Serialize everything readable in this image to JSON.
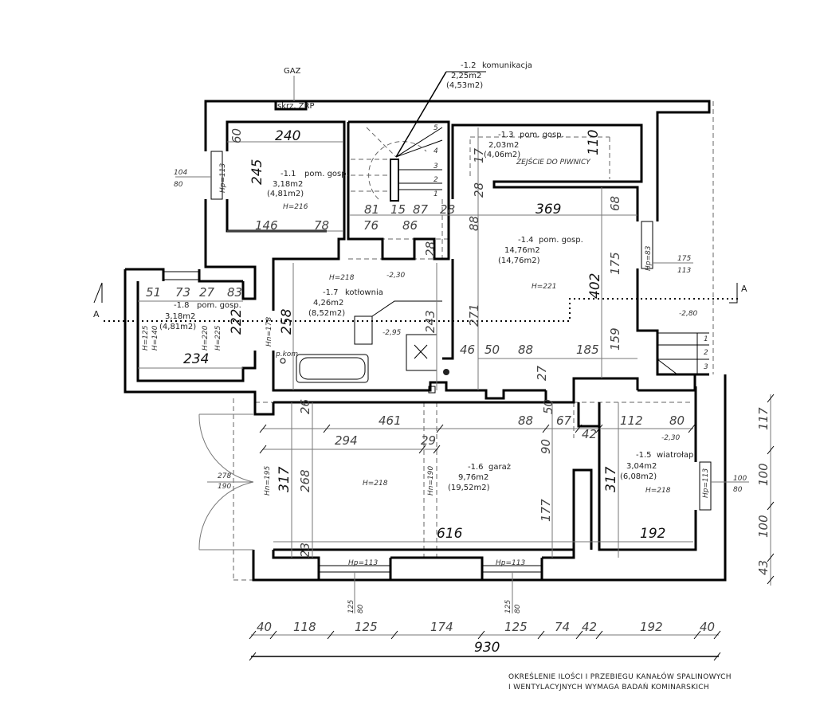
{
  "title_marks": {
    "gas": "GAZ",
    "meter_box": "skrz. ZRP",
    "section_left": "A",
    "section_right": "A"
  },
  "rooms": {
    "r11": {
      "number": "-1.1",
      "name": "pom. gosp.",
      "area": "3,18m2",
      "area2": "(4,81m2)",
      "height": "H=216"
    },
    "r12": {
      "number": "-1.2",
      "name": "komunikacja",
      "area": "2,25m2",
      "area2": "(4,53m2)"
    },
    "r13": {
      "number": "-1.3",
      "name": "pom. gosp.",
      "area": "2,03m2",
      "area2": "(4,06m2)",
      "note": "ZEJŚCIE DO PIWNICY"
    },
    "r14": {
      "number": "-1.4",
      "name": "pom. gosp.",
      "area": "14,76m2",
      "area2": "(14,76m2)",
      "height": "H=221"
    },
    "r15": {
      "number": "-1.5",
      "name": "wiatrołap",
      "area": "3,04m2",
      "area2": "(6,08m2)",
      "height": "H=218",
      "level": "-2,30"
    },
    "r16": {
      "number": "-1.6",
      "name": "garaż",
      "area": "9,76m2",
      "area2": "(19,52m2)",
      "height": "H=218"
    },
    "r17": {
      "number": "-1.7",
      "name": "kotłownia",
      "area": "4,26m2",
      "area2": "(8,52m2)",
      "height": "H=218",
      "level1": "-2,30",
      "level2": "-2,95",
      "chimney": "p.kom"
    },
    "r18": {
      "number": "-1.8",
      "name": "pom. gosp.",
      "area": "3,18m2",
      "area2": "(4,81m2)",
      "h1": "H=125",
      "h2": "H=140",
      "h3": "H=220",
      "h4": "H=225"
    }
  },
  "stairs_main": [
    "1",
    "2",
    "3",
    "4",
    "5"
  ],
  "stairs_right": {
    "level": "-2,80",
    "steps": [
      "1",
      "2",
      "3"
    ]
  },
  "windows": {
    "w11": {
      "label": "Hp=113",
      "top": "104",
      "bottom": "80"
    },
    "w14": {
      "label": "Hp=83",
      "top": "175",
      "bottom": "113"
    },
    "w15": {
      "label": "Hp=113",
      "top": "100",
      "bottom": "80"
    },
    "wg1": {
      "label": "Hp=113",
      "top": "125",
      "bottom": "80"
    },
    "wg2": {
      "label": "Hp=113",
      "top": "125",
      "bottom": "80"
    },
    "door": {
      "top": "278",
      "bottom": "190"
    }
  },
  "openings": {
    "o1": "Hn=178",
    "o2": "Hn=195",
    "o3": "Hn=190"
  },
  "dims": {
    "r11": [
      "240",
      "245",
      "60",
      "146",
      "78"
    ],
    "r12": [
      "81",
      "15",
      "87",
      "28",
      "76",
      "86"
    ],
    "r13": [
      "17",
      "110",
      "28"
    ],
    "r14": [
      "369",
      "88",
      "68",
      "175",
      "402",
      "271",
      "159",
      "46",
      "50",
      "88",
      "185",
      "27"
    ],
    "r17": [
      "258",
      "243",
      "28"
    ],
    "r18": [
      "51",
      "73",
      "27",
      "83",
      "222",
      "234"
    ],
    "r16": [
      "461",
      "294",
      "29",
      "88",
      "50",
      "90",
      "177",
      "616",
      "317",
      "268",
      "26",
      "23"
    ],
    "r15": [
      "67",
      "42",
      "112",
      "80",
      "317",
      "192"
    ],
    "right": [
      "117",
      "100",
      "100",
      "43"
    ],
    "bottom": [
      "40",
      "118",
      "125",
      "174",
      "125",
      "74",
      "42",
      "192",
      "40"
    ],
    "total": "930"
  },
  "note": [
    "OKREŚLENIE ILOŚCI I PRZEBIEGU KANAŁÓW SPALINOWYCH",
    "I WENTYLACYJNYCH WYMAGA BADAŃ KOMINARSKICH"
  ]
}
